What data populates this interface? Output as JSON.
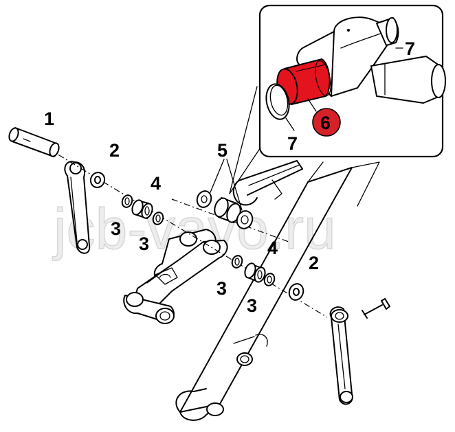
{
  "watermark": "jcb-vavo.ru",
  "callouts": {
    "pin": "1",
    "washer_left": "2",
    "washer_right": "2",
    "bush_left": "4",
    "bush_right": "4",
    "ring_a": "3",
    "ring_b": "3",
    "ring_c": "3",
    "ring_d": "3",
    "spacers": "5",
    "highlighted_bush": "6",
    "seal_top": "7",
    "seal_bottom": "7"
  },
  "colors": {
    "highlight": "#e4141e",
    "highlight_label": "#d52128",
    "line": "#000000",
    "background": "#ffffff"
  },
  "icons": [
    "pin-icon",
    "washer-icon",
    "bush-icon",
    "ring-icon",
    "link-arm-icon",
    "bolt-icon",
    "cylinder-eye-icon"
  ]
}
